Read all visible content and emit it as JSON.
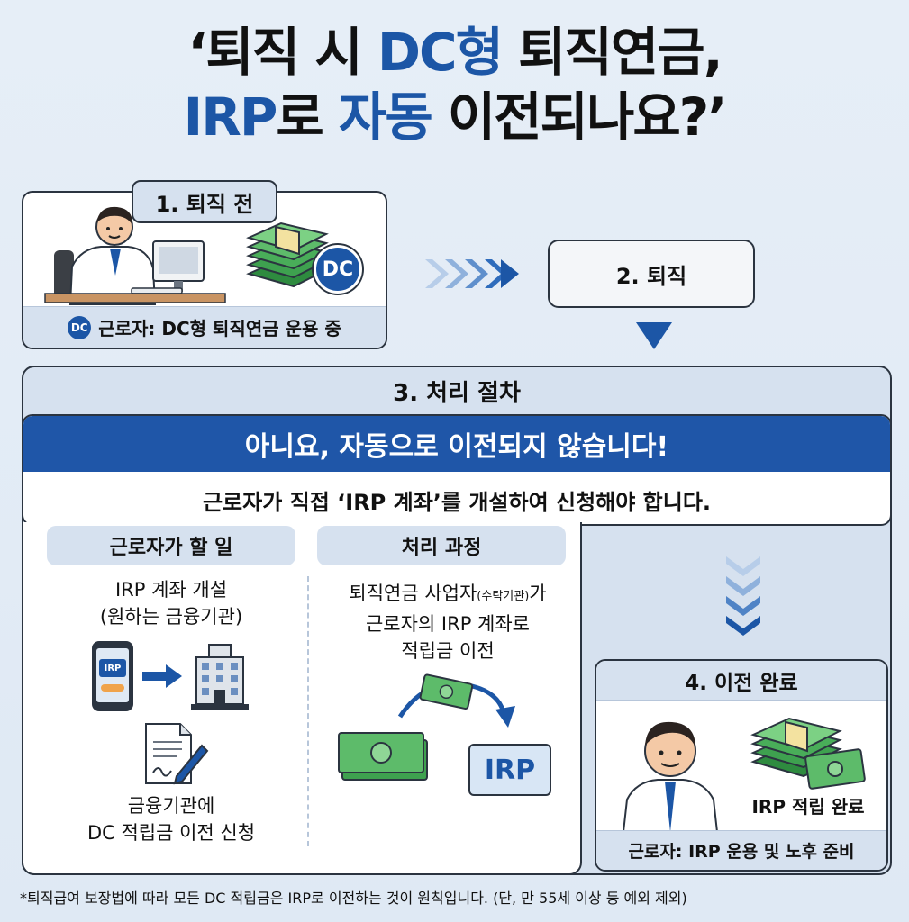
{
  "title": {
    "line1_part1": "‘퇴직 시 ",
    "line1_highlight": "DC형",
    "line1_part2": " 퇴직연금,",
    "line2_highlight1": "IRP",
    "line2_part1": "로 ",
    "line2_highlight2": "자동",
    "line2_part2": " 이전되나요?’"
  },
  "step1": {
    "label": "1. 퇴직 전",
    "badge": "DC",
    "coin_label": "DC",
    "caption": "근로자: DC형 퇴직연금 운용 중"
  },
  "step2": {
    "label": "2. 퇴직"
  },
  "step3": {
    "label": "3. 처리 절차",
    "banner": "아니요, 자동으로 이전되지 않습니다!",
    "subline": "근로자가 직접 ‘IRP 계좌’를 개설하여 신청해야 합니다.",
    "worker_col": {
      "header": "근로자가 할 일",
      "item1_line1": "IRP 계좌 개설",
      "item1_line2": "(원하는 금융기관)",
      "phone_label": "IRP",
      "item2_line1": "금융기관에",
      "item2_line2": "DC 적립금 이전 신청"
    },
    "process_col": {
      "header": "처리 과정",
      "line1_main": "퇴직연금 사업자",
      "line1_small": "(수탁기관)",
      "line1_end": "가",
      "line2": "근로자의 IRP 계좌로",
      "line3": "적립금 이전",
      "irp_box": "IRP"
    }
  },
  "step4": {
    "label": "4. 이전 완료",
    "money_caption": "IRP 적립 완료",
    "caption": "근로자: IRP 운용 및 노후 준비"
  },
  "footnote": "*퇴직급여 보장법에 따라 모든 DC 적립금은 IRP로 이전하는 것이 원칙입니다. (단, 만 55세 이상 등 예외 제외)",
  "colors": {
    "accent": "#1c56a6",
    "banner": "#1f56a8",
    "panel": "#d6e1ef"
  }
}
